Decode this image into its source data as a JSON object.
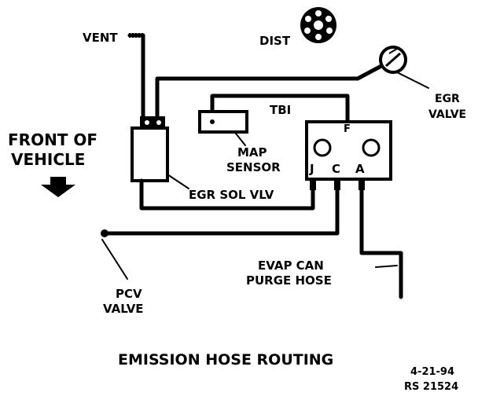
{
  "labels": {
    "vent": "VENT",
    "dist": "DIST",
    "egr_valve_1": "EGR",
    "egr_valve_2": "VALVE",
    "tbi": "TBI",
    "front_1": "FRONT OF",
    "front_2": "VEHICLE",
    "map_1": "MAP",
    "map_2": "SENSOR",
    "port_j": "J",
    "port_c": "C",
    "port_a": "A",
    "port_f": "F",
    "egr_sol": "EGR SOL VLV",
    "pcv_1": "PCV",
    "pcv_2": "VALVE",
    "evap_1": "EVAP CAN",
    "evap_2": "PURGE HOSE",
    "title": "EMISSION HOSE ROUTING",
    "date": "4-21-94",
    "ref": "RS 21524"
  },
  "colors": {
    "ink": "#000000",
    "paper": "#ffffff"
  }
}
